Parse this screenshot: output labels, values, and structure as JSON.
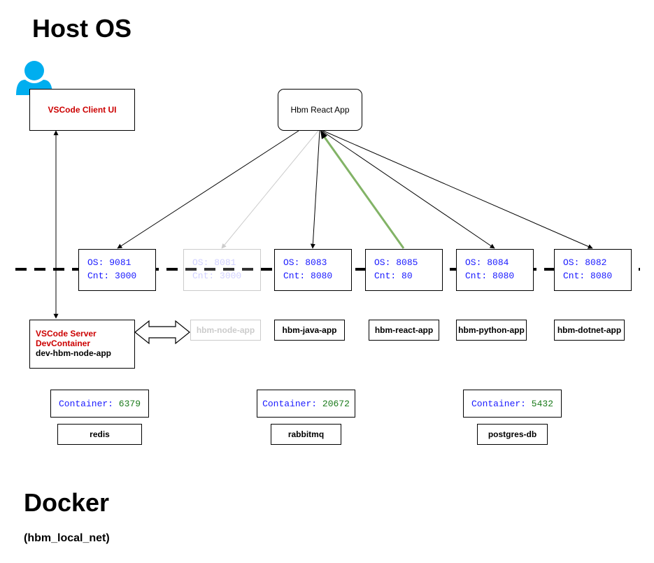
{
  "titles": {
    "host": "Host OS",
    "docker": "Docker",
    "network": "(hbm_local_net)"
  },
  "client": {
    "label": "VSCode Client UI"
  },
  "react_app": {
    "label": "Hbm React App"
  },
  "server": {
    "line1": "VSCode Server",
    "line2": "DevContainer",
    "line3": "dev-hbm-node-app"
  },
  "ports": [
    {
      "os_label": "OS: ",
      "os_port": "9081",
      "cnt_label": "Cnt: ",
      "cnt_port": "3000",
      "app": "",
      "faded": false
    },
    {
      "os_label": "OS: ",
      "os_port": "8081",
      "cnt_label": "Cnt: ",
      "cnt_port": "3000",
      "app": "hbm-node-app",
      "faded": true
    },
    {
      "os_label": "OS: ",
      "os_port": "8083",
      "cnt_label": "Cnt: ",
      "cnt_port": "8080",
      "app": "hbm-java-app",
      "faded": false
    },
    {
      "os_label": "OS: ",
      "os_port": "8085",
      "cnt_label": "Cnt: ",
      "cnt_port": "80",
      "app": "hbm-react-app",
      "faded": false
    },
    {
      "os_label": "OS: ",
      "os_port": "8084",
      "cnt_label": "Cnt: ",
      "cnt_port": "8080",
      "app": "hbm-python-app",
      "faded": false
    },
    {
      "os_label": "OS: ",
      "os_port": "8082",
      "cnt_label": "Cnt: ",
      "cnt_port": "8080",
      "app": "hbm-dotnet-app",
      "faded": false
    }
  ],
  "services": [
    {
      "container_label": "Container: ",
      "port": "6379",
      "name": "redis"
    },
    {
      "container_label": "Container: ",
      "port": "20672",
      "name": "rabbitmq"
    },
    {
      "container_label": "Container: ",
      "port": "5432",
      "name": "postgres-db"
    }
  ],
  "colors": {
    "port_text": "#1a1aff",
    "container_port": "#1a7a1a",
    "vscode_red": "#cc0000",
    "user_icon": "#00aeef",
    "react_arrow": "#82b366"
  },
  "icons": {
    "user": "user-icon"
  }
}
